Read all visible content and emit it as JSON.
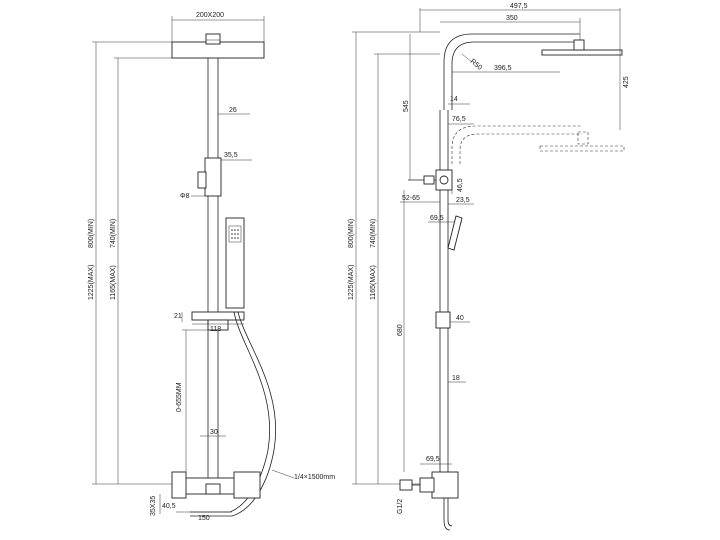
{
  "front_view": {
    "dims": {
      "head_size": "200X200",
      "arm_26": "26",
      "holder_35_5": "35,5",
      "diam_8": "Φ8",
      "slide_21": "21",
      "slide_118": "118",
      "rail_30": "30",
      "range_0_655": "0-655MM",
      "height_800": "800(MIN)",
      "height_740": "740(MIN)",
      "height_1225": "1225(MAX)",
      "height_1165": "1165(MAX)",
      "hose": "1/4×1500mm",
      "bottom_35": "35X35",
      "bottom_40_5": "40,5",
      "bottom_150": "150"
    }
  },
  "side_view": {
    "dims": {
      "top_497_5": "497,5",
      "top_350": "350",
      "r_50": "R50",
      "d_396_5": "396,5",
      "d_425": "425",
      "d_545": "545",
      "d_14": "14",
      "d_76_5": "76,5",
      "d_46_5": "46,5",
      "d_52_65": "52-65",
      "d_23_5": "23,5",
      "d_69_5_upper": "69,5",
      "height_800": "800(MIN)",
      "height_740": "740(MIN)",
      "height_1225": "1225(MAX)",
      "height_1165": "1165(MAX)",
      "d_680": "680",
      "d_40": "40",
      "d_18": "18",
      "d_69_5_lower": "69,5",
      "thread": "G1/2"
    }
  }
}
